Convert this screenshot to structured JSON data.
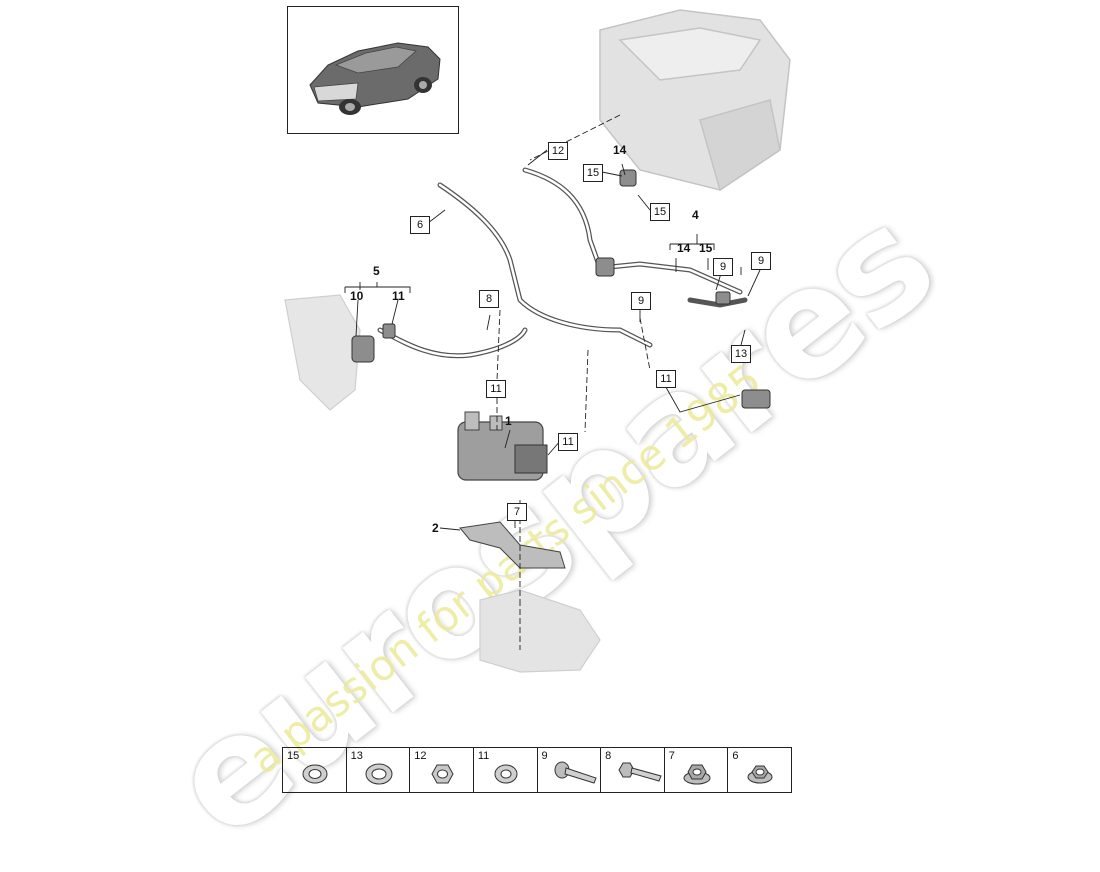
{
  "watermark": {
    "brand": "eurospares",
    "slogan": "a passion for parts since 1985"
  },
  "thumbnail": {
    "icon": "car-suv-icon"
  },
  "callouts": {
    "c1": "1",
    "c2": "2",
    "c4": "4",
    "c4a": "14",
    "c4b": "15",
    "c5": "5",
    "c5a": "10",
    "c5b": "11",
    "c14": "14"
  },
  "boxes": {
    "b12": "12",
    "b15a": "15",
    "b15b": "15",
    "b6": "6",
    "b9a": "9",
    "b9b": "9",
    "b9c": "9",
    "b8": "8",
    "b13": "13",
    "b11a": "11",
    "b11b": "11",
    "b11c": "11",
    "b7": "7"
  },
  "legend": [
    {
      "label": "15",
      "icon": "washer-icon"
    },
    {
      "label": "13",
      "icon": "washer-icon"
    },
    {
      "label": "12",
      "icon": "nut-icon"
    },
    {
      "label": "11",
      "icon": "washer-icon"
    },
    {
      "label": "9",
      "icon": "bolt-icon"
    },
    {
      "label": "8",
      "icon": "bolt-icon"
    },
    {
      "label": "7",
      "icon": "flange-nut-icon"
    },
    {
      "label": "6",
      "icon": "flange-nut-icon"
    }
  ],
  "colors": {
    "watermark_slogan": "#ecea9a",
    "line": "#222222",
    "part_fill": "#bdbdbd"
  }
}
